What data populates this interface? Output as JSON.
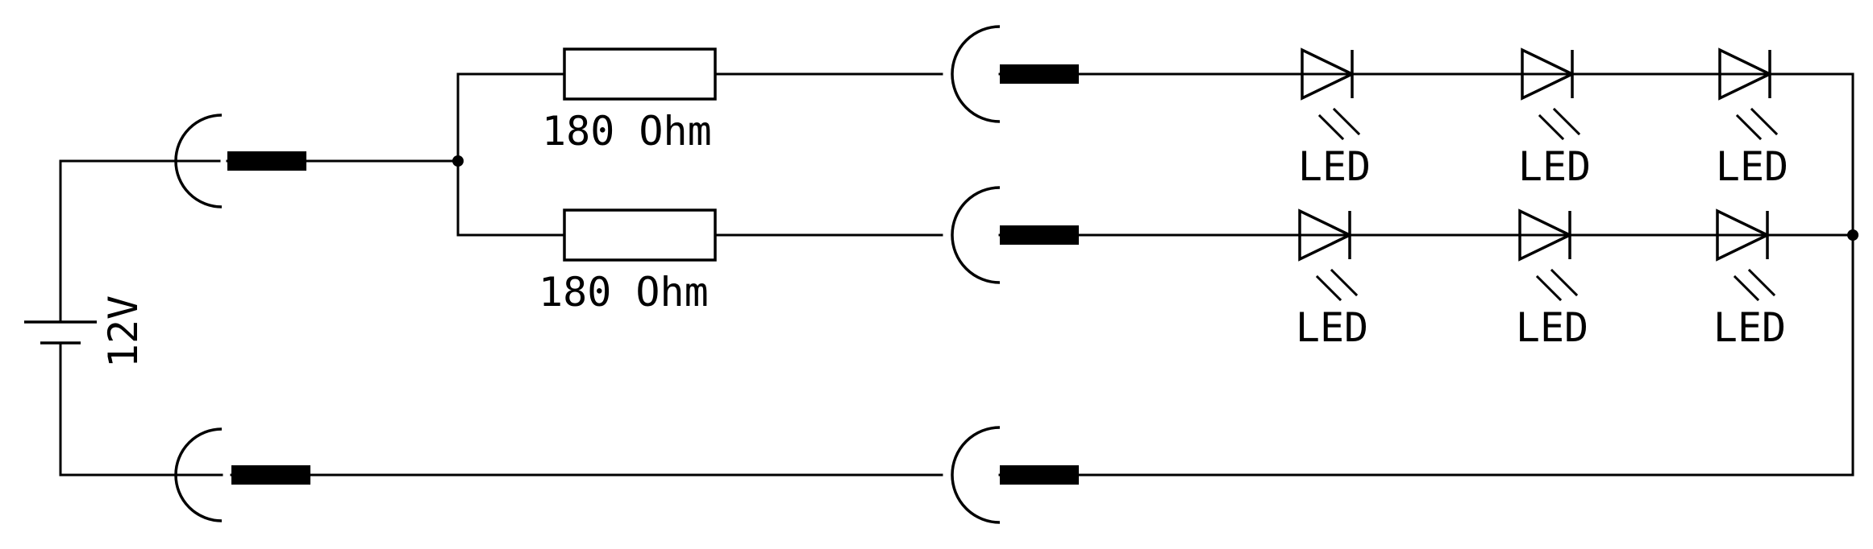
{
  "battery": {
    "label": "12V"
  },
  "resistors": [
    {
      "label": "180 Ohm"
    },
    {
      "label": "180 Ohm"
    }
  ],
  "led_rows": [
    {
      "leds": [
        {
          "label": "LED"
        },
        {
          "label": "LED"
        },
        {
          "label": "LED"
        }
      ]
    },
    {
      "leds": [
        {
          "label": "LED"
        },
        {
          "label": "LED"
        },
        {
          "label": "LED"
        }
      ]
    }
  ]
}
